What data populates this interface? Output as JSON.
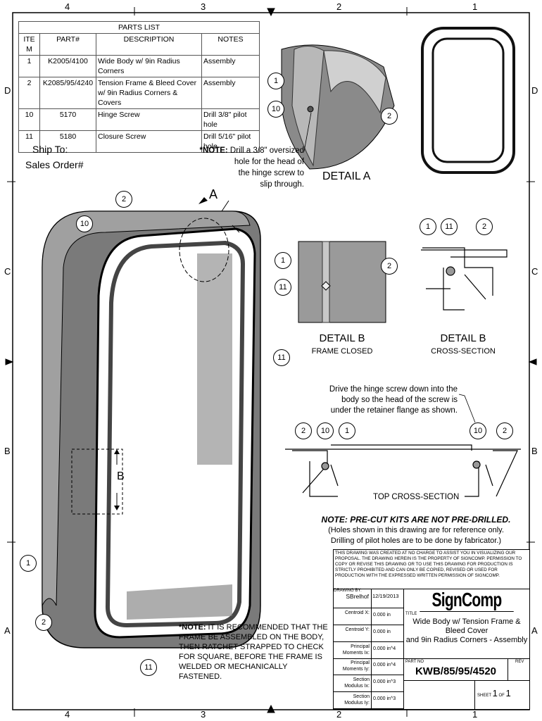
{
  "zones": {
    "columns_top": [
      "4",
      "3",
      "2",
      "1"
    ],
    "columns_bottom": [
      "4",
      "3",
      "2",
      "1"
    ],
    "rows_left": [
      "D",
      "C",
      "B",
      "A"
    ],
    "rows_right": [
      "D",
      "C",
      "B",
      "A"
    ]
  },
  "parts_list": {
    "title": "PARTS LIST",
    "headers": [
      "ITEM",
      "PART#",
      "DESCRIPTION",
      "NOTES"
    ],
    "rows": [
      {
        "item": "1",
        "part": "K2005/4100",
        "description": "Wide Body w/ 9in Radius Corners",
        "notes": "Assembly"
      },
      {
        "item": "2",
        "part": "K2085/95/4240",
        "description": "Tension Frame & Bleed Cover w/ 9in Radius Corners & Covers",
        "notes": "Assembly"
      },
      {
        "item": "10",
        "part": "5170",
        "description": "Hinge Screw",
        "notes": "Drill 3/8\" pilot hole"
      },
      {
        "item": "11",
        "part": "5180",
        "description": "Closure Screw",
        "notes": "Drill 5/16\" pilot hole"
      }
    ]
  },
  "ship_to": "Ship To:",
  "sales_order": "Sales Order#",
  "note_a": {
    "prefix": "*NOTE:",
    "text1": " Drill a 3/8\" oversized",
    "text2": "hole for the head of",
    "text3": "the hinge screw to",
    "text4": "slip through."
  },
  "detail_a": "DETAIL  A",
  "view_label_a": "A",
  "view_label_b": "B",
  "detail_b_closed": {
    "title": "DETAIL  B",
    "subtitle": "FRAME CLOSED"
  },
  "detail_b_section": {
    "title": "DETAIL  B",
    "subtitle": "CROSS-SECTION"
  },
  "hinge_note": {
    "line1": "Drive the hinge screw down into the",
    "line2": "body so the head of the screw is",
    "line3": "under the retainer flange as shown."
  },
  "top_section": "TOP CROSS-SECTION",
  "precut_note": {
    "title": "NOTE: PRE-CUT KITS ARE NOT PRE-DRILLED.",
    "line1": "(Holes shown in this drawing are for reference only.",
    "line2": "Drilling of pilot holes are to be done by fabricator.)"
  },
  "assembly_note": {
    "prefix": "*NOTE:",
    "line1": " IT IS RECOMMENDED THAT THE FRAME",
    "line2": "BE ASSEMBLED ON THE BODY, THEN RATCHET",
    "line3": "STRAPPED TO CHECK FOR SQUARE, BEFORE",
    "line4": "THE FRAME IS WELDED OR MECHANICALLY",
    "line5": "FASTENED."
  },
  "balloons": [
    "1",
    "10",
    "2",
    "2",
    "10",
    "11",
    "1",
    "2",
    "11",
    "1",
    "11",
    "2",
    "1",
    "11",
    "2",
    "2",
    "10",
    "1",
    "10",
    "2"
  ],
  "title_block": {
    "disclaimer": "THIS DRAWING WAS CREATED AT NO CHARGE TO ASSIST YOU IN VISUALIZING OUR PROPOSAL.  THE DRAWING HEREIN IS THE PROPERTY OF SIGNCOMP.  PERMISSION TO COPY OR REVISE THIS DRAWING OR TO USE THIS DRAWING FOR PRODUCTION IS STRICTLY PROHIBITED AND CAN ONLY BE COPIED, REVISED OR USED FOR PRODUCTION WITH THE EXPRESSED WRITTEN PERMISSION OF SIGNCOMP.",
    "drawing_by_label": "DRAWING BY:",
    "drawing_by": "SBrelhof",
    "date": "12/19/2013",
    "props": [
      {
        "label": "Centroid X:",
        "value": "0.000 in"
      },
      {
        "label": "Centroid Y:",
        "value": "0.000 in"
      },
      {
        "label": "Principal Moments Ix:",
        "value": "0.000 in^4"
      },
      {
        "label": "Principal Moments Iy:",
        "value": "0.000 in^4"
      },
      {
        "label": "Section Modulus Ix:",
        "value": "0.000 in^3"
      },
      {
        "label": "Section Modulus Iy:",
        "value": "0.000 in^3"
      }
    ],
    "company": "SignComp",
    "title_label": "TITLE",
    "title1": "Wide Body w/ Tension Frame & Bleed Cover",
    "title2": "and 9in Radius Corners - Assembly",
    "part_no_label": "PART NO",
    "part_no": "KWB/85/95/4520",
    "rev_label": "REV",
    "sheet_label": "SHEET",
    "sheet": "1",
    "of_label": "OF",
    "of": "1"
  }
}
